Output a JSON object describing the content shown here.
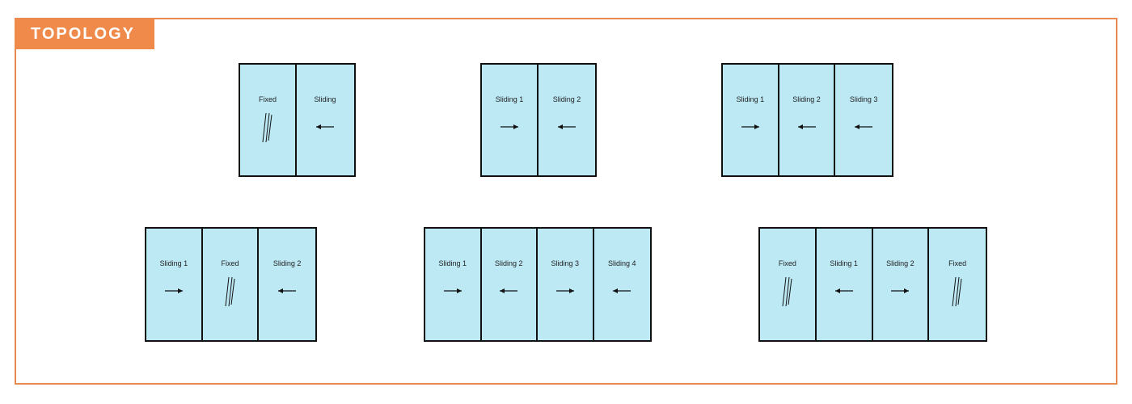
{
  "header": {
    "title": "TOPOLOGY"
  },
  "colors": {
    "accent": "#ef8a4a",
    "panel": "#bde9f5",
    "stroke": "#111111"
  },
  "configs": [
    {
      "panels": [
        {
          "label": "Fixed",
          "icon": "fixed"
        },
        {
          "label": "Sliding",
          "icon": "arrow-left"
        }
      ]
    },
    {
      "panels": [
        {
          "label": "Sliding 1",
          "icon": "arrow-right"
        },
        {
          "label": "Sliding 2",
          "icon": "arrow-left"
        }
      ]
    },
    {
      "panels": [
        {
          "label": "Sliding 1",
          "icon": "arrow-right"
        },
        {
          "label": "Sliding 2",
          "icon": "arrow-left"
        },
        {
          "label": "Sliding 3",
          "icon": "arrow-left"
        }
      ]
    },
    {
      "panels": [
        {
          "label": "Sliding 1",
          "icon": "arrow-right"
        },
        {
          "label": "Fixed",
          "icon": "fixed"
        },
        {
          "label": "Sliding 2",
          "icon": "arrow-left"
        }
      ]
    },
    {
      "panels": [
        {
          "label": "Sliding 1",
          "icon": "arrow-right"
        },
        {
          "label": "Sliding 2",
          "icon": "arrow-left"
        },
        {
          "label": "Sliding 3",
          "icon": "arrow-right"
        },
        {
          "label": "Sliding 4",
          "icon": "arrow-left"
        }
      ]
    },
    {
      "panels": [
        {
          "label": "Fixed",
          "icon": "fixed"
        },
        {
          "label": "Sliding 1",
          "icon": "arrow-left"
        },
        {
          "label": "Sliding 2",
          "icon": "arrow-right"
        },
        {
          "label": "Fixed",
          "icon": "fixed"
        }
      ]
    }
  ]
}
